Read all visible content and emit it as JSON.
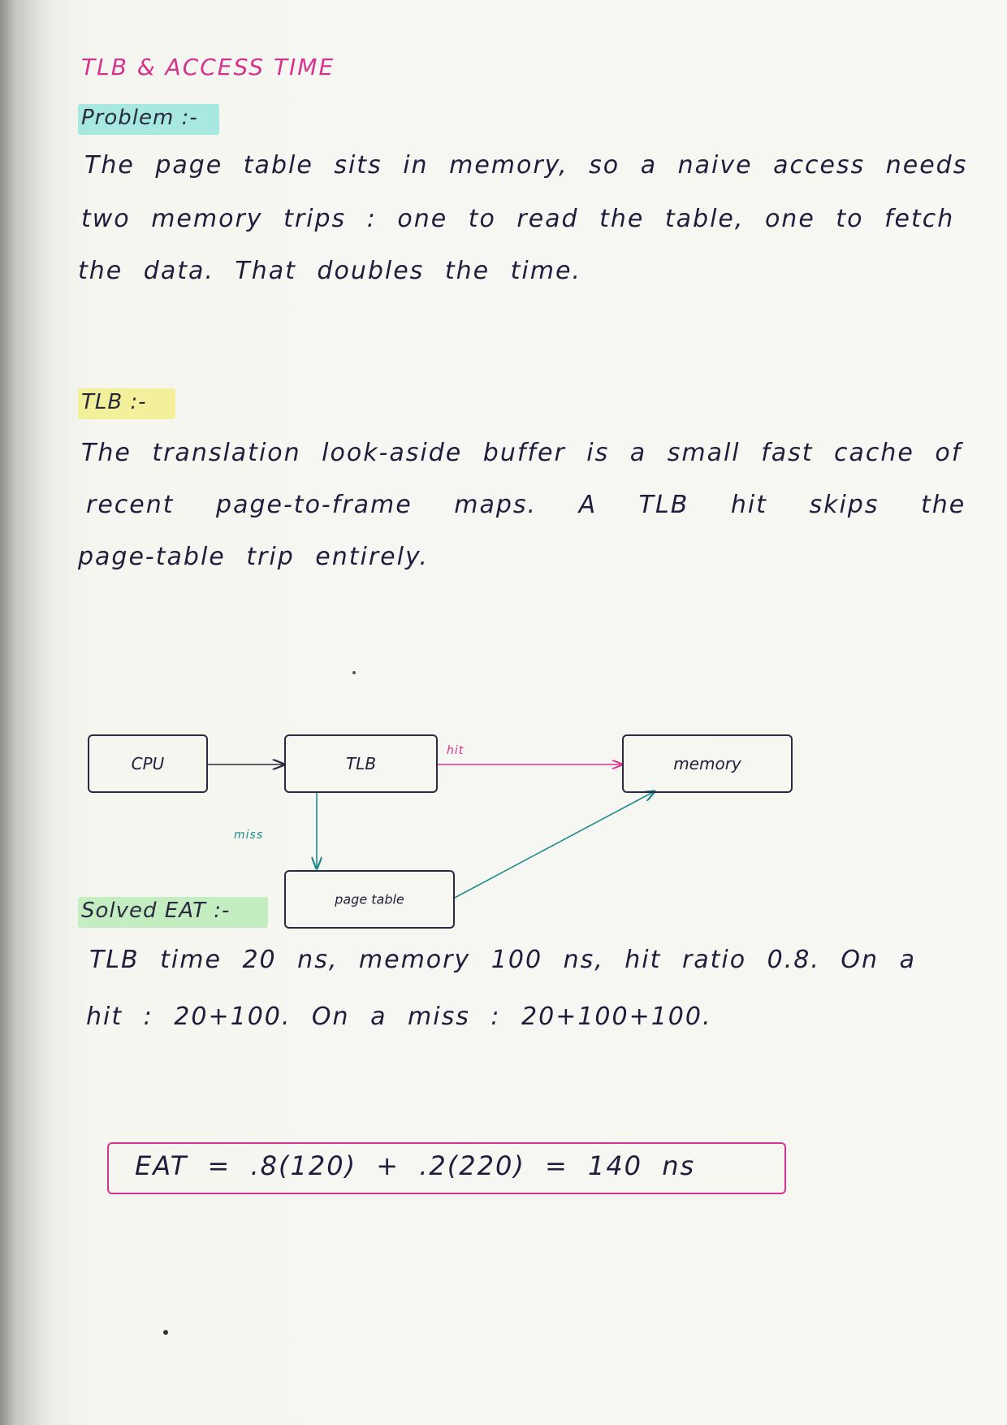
{
  "title": "TLB & ACCESS TIME",
  "problem": {
    "heading": "Problem :-",
    "lines": [
      "The page table sits in memory, so a naive access needs",
      "two memory trips : one to read the table, one to fetch",
      "the data. That doubles the time."
    ]
  },
  "tlb": {
    "heading": "TLB :-",
    "lines": [
      "The translation look-aside buffer is a small fast cache of",
      "recent page-to-frame maps. A TLB hit skips the",
      "page-table trip entirely."
    ]
  },
  "diagram": {
    "cpu": "CPU",
    "tlb": "TLB",
    "memory": "memory",
    "page_table": "page table",
    "hit_label": "hit",
    "miss_label": "miss",
    "colors": {
      "hit": "#d6338f",
      "miss": "#1f8a8a",
      "path": "#2b2b3f"
    }
  },
  "solved": {
    "heading": "Solved EAT :-",
    "lines": [
      "TLB time 20 ns, memory 100 ns, hit ratio 0.8. On a",
      "hit : 20+100. On a miss : 20+100+100."
    ],
    "formula": "EAT = .8(120) + .2(220) = 140 ns"
  }
}
